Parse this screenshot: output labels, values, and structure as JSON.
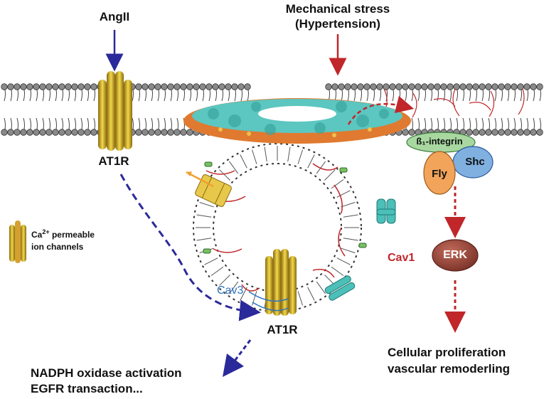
{
  "labels": {
    "angii": "AngII",
    "mech_line1": "Mechanical stress",
    "mech_line2": "(Hypertension)",
    "at1r_top": "AT1R",
    "at1r_bottom": "AT1R",
    "integrin": "ß₁-integrin",
    "shc": "Shc",
    "fly": "Fly",
    "erk": "ERK",
    "cav1": "Cav1",
    "cav3": "Cav3",
    "ca_prefix": "Ca",
    "ca_sup": "2+",
    "ca_line1_rest": " permeable",
    "ca_line2": "ion channels",
    "prolif_line1": "Cellular proliferation",
    "prolif_line2": "vascular remoderling",
    "nadph_line1": "NADPH oxidase activation",
    "nadph_line2": "EGFR transaction..."
  },
  "colors": {
    "arrow_blue": "#2a2a9a",
    "arrow_red": "#c0262a",
    "membrane_head": "#8a8a8a",
    "receptor_gold": "#e8c42a",
    "caveolin_orange": "#e07a30",
    "cavin_teal": "#4bbfb8",
    "integrin_green": "#a8d8a0",
    "shc_blue": "#7fb0e0",
    "fly_orange": "#f2a45a",
    "erk_brown": "#9c4a3a"
  }
}
